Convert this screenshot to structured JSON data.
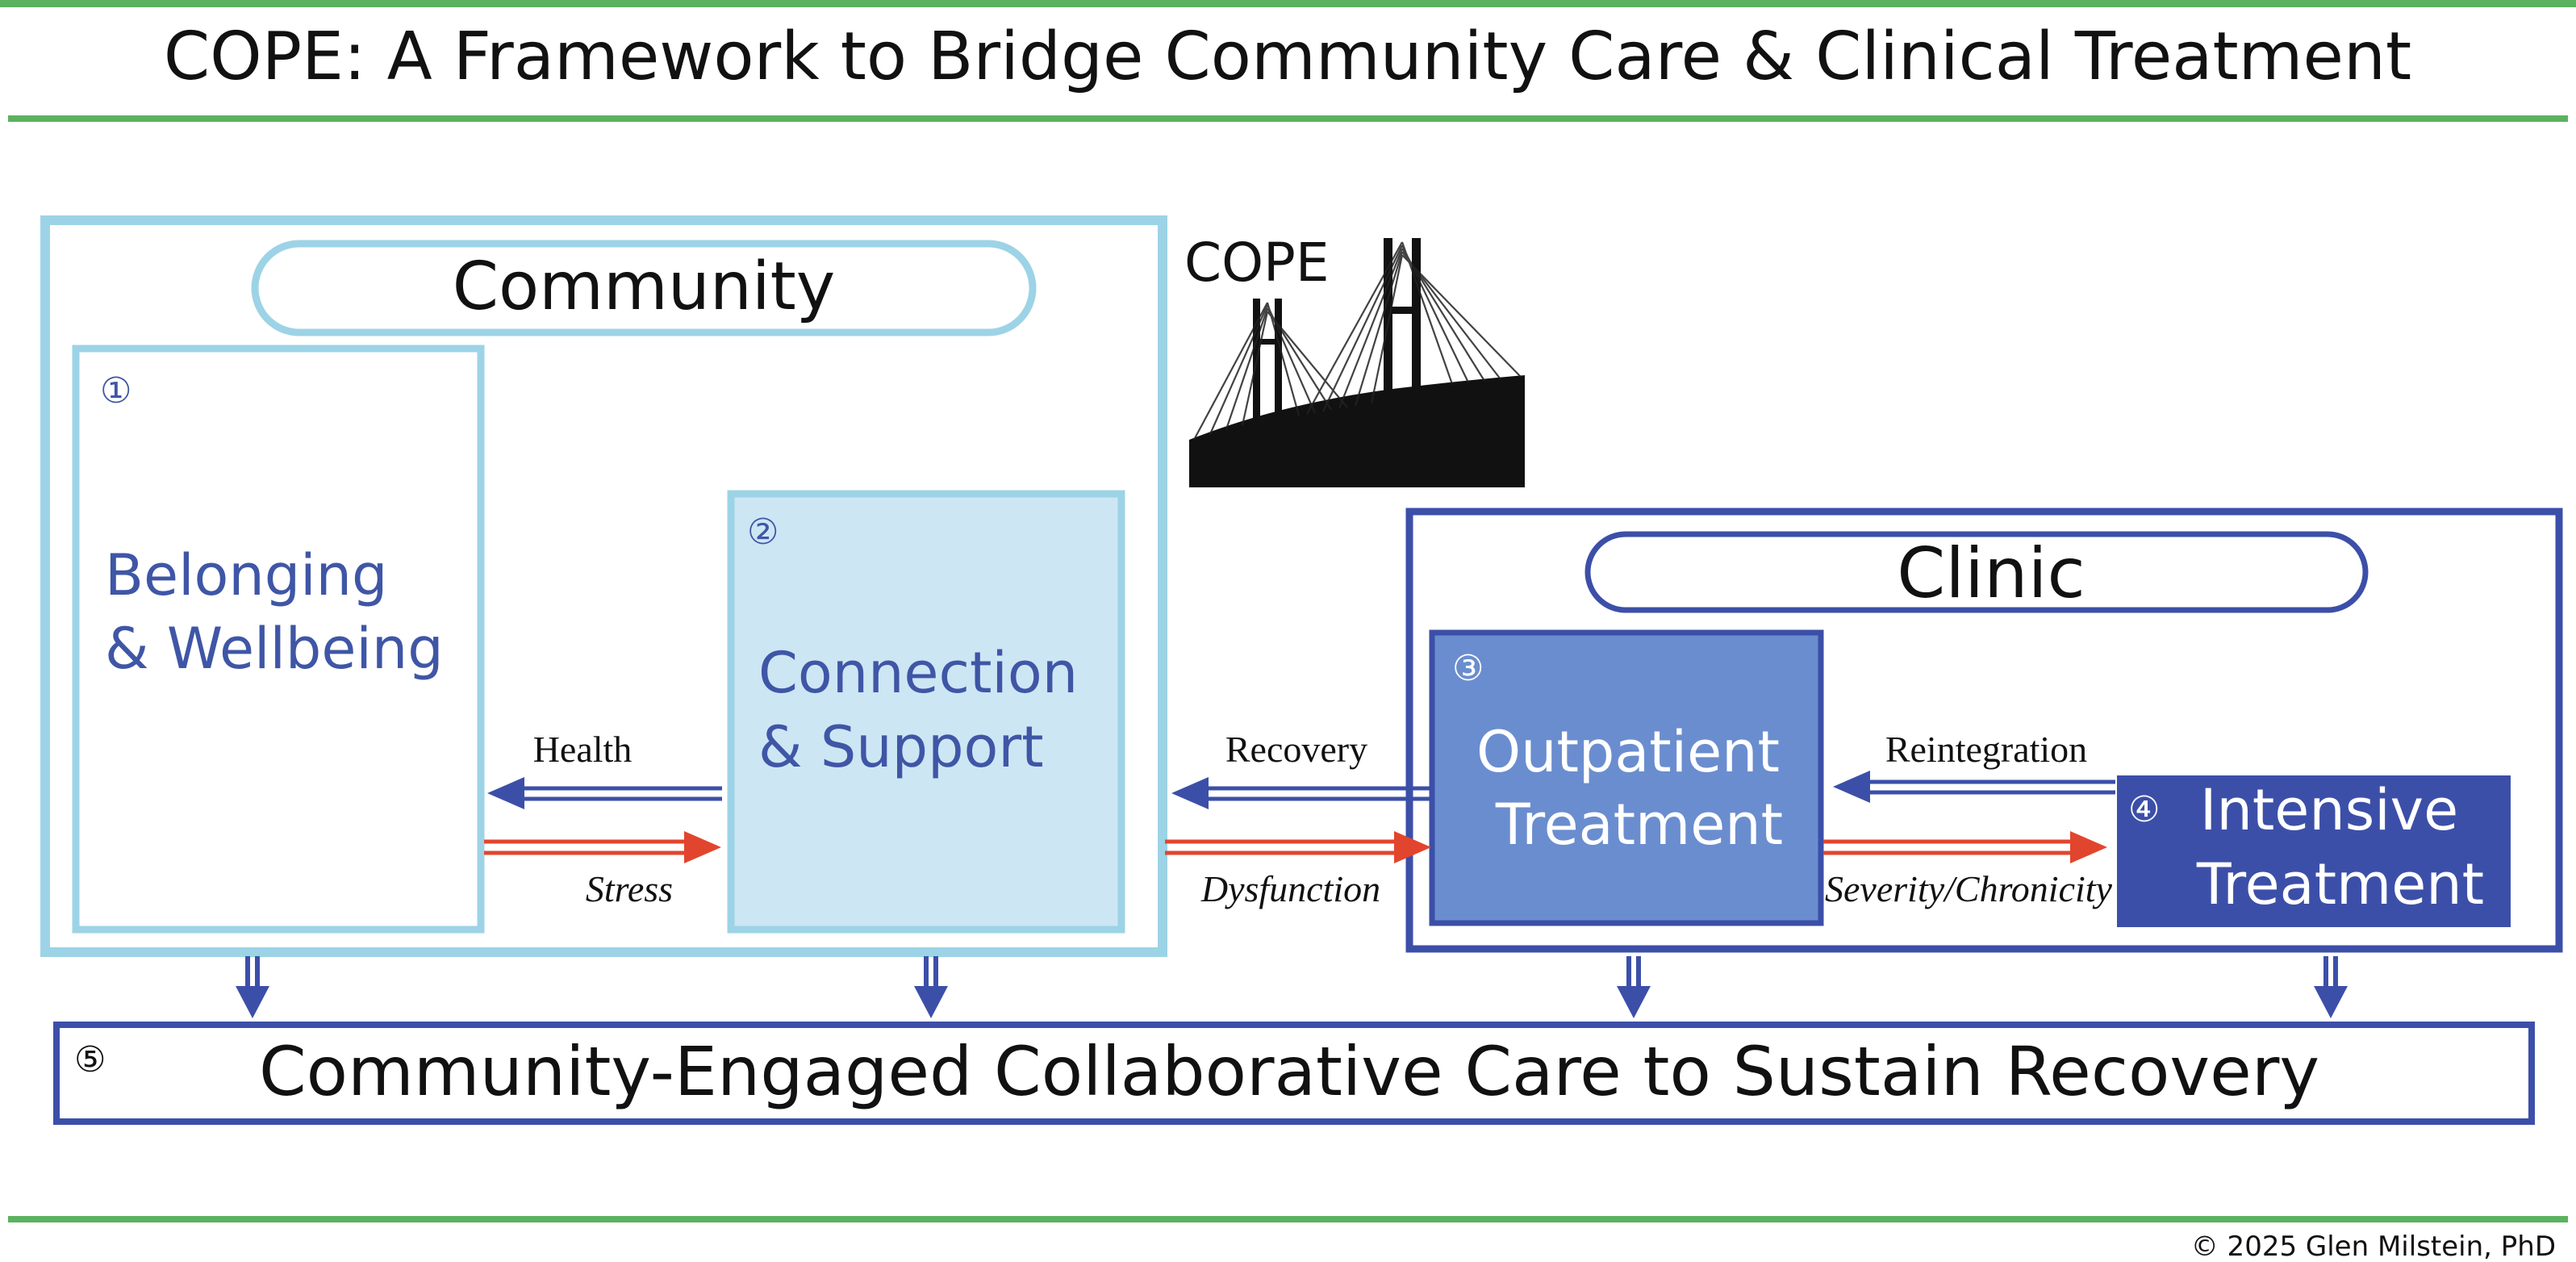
{
  "header": {
    "title": "COPE: A Framework to Bridge Community Care & Clinical Treatment"
  },
  "community": {
    "label": "Community",
    "box1": {
      "number": "①",
      "line1": "Belonging",
      "line2": "& Wellbeing"
    },
    "box2": {
      "number": "②",
      "line1": "Connection",
      "line2": "& Support"
    }
  },
  "bridge": {
    "label": "COPE",
    "icon": "bridge-icon"
  },
  "clinic": {
    "label": "Clinic",
    "box3": {
      "number": "③",
      "line1": "Outpatient",
      "line2": "Treatment"
    },
    "box4": {
      "number": "④",
      "line1": "Intensive",
      "line2": "Treatment"
    }
  },
  "arrows": {
    "health": "Health",
    "stress": "Stress",
    "recovery": "Recovery",
    "dysfunction": "Dysfunction",
    "reintegration": "Reintegration",
    "severity": "Severity/Chronicity"
  },
  "bottom": {
    "number": "⑤",
    "label": "Community-Engaged Collaborative Care to Sustain Recovery"
  },
  "footer": {
    "copyright": "© 2025 Glen Milstein, PhD"
  },
  "colors": {
    "green": "#5bb25f",
    "lightblue": "#9dd3e6",
    "lightblue_fill": "#cde6f4",
    "navy": "#3c4fa8",
    "text_blue": "#3f56a6",
    "outpatient_fill": "#6a8dcf",
    "intensive_fill": "#3c4fa8",
    "red": "#e2452e"
  }
}
